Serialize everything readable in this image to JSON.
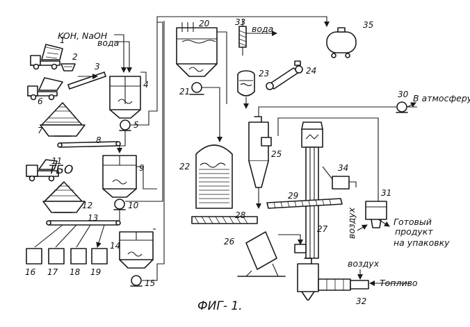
{
  "figure": {
    "caption": "ФИГ- 1.",
    "labels": {
      "koh_naoh": "KOH, NaOH",
      "water_top": "вода",
      "water_33": "вода",
      "tbo": "ТБО",
      "atmosphere": "В атмосферу",
      "product": [
        "Готовый",
        "продукт",
        "на упаковку"
      ],
      "air_31": "воздух",
      "air_32": "воздух",
      "fuel": "Топливо"
    },
    "numbers": {
      "n1": "1",
      "n2": "2",
      "n3": "3",
      "n4": "4",
      "n5": "5",
      "n6": "6",
      "n7": "7",
      "n8": "8",
      "n9": "9",
      "n10": "10",
      "n11": "11",
      "n12": "12",
      "n13": "13",
      "n14": "14",
      "n15": "15",
      "n16": "16",
      "n17": "17",
      "n18": "18",
      "n19": "19",
      "n20": "20",
      "n21": "21",
      "n22": "22",
      "n23": "23",
      "n24": "24",
      "n25": "25",
      "n26": "26",
      "n27": "27",
      "n28": "28",
      "n29": "29",
      "n30": "30",
      "n31": "31",
      "n32": "32",
      "n33": "33",
      "n34": "34",
      "n35": "35"
    }
  }
}
